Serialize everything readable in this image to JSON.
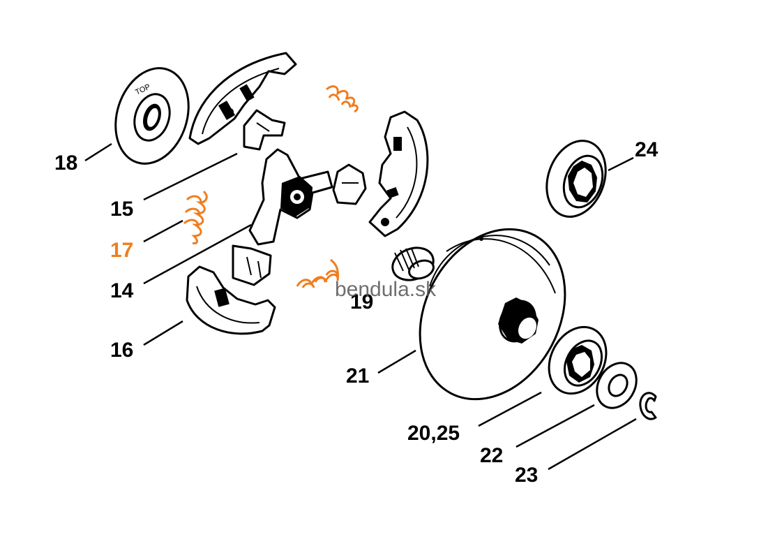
{
  "watermark": "bendula.sk",
  "top_stamp": "TOP",
  "colors": {
    "highlight": "#f07d1e",
    "ink": "#000000",
    "watermark": "#555555"
  },
  "labels": {
    "p18": "18",
    "p15": "15",
    "p17": "17",
    "p14": "14",
    "p16": "16",
    "p19": "19",
    "p21": "21",
    "p24": "24",
    "p20_25": "20,25",
    "p22": "22",
    "p23": "23"
  }
}
